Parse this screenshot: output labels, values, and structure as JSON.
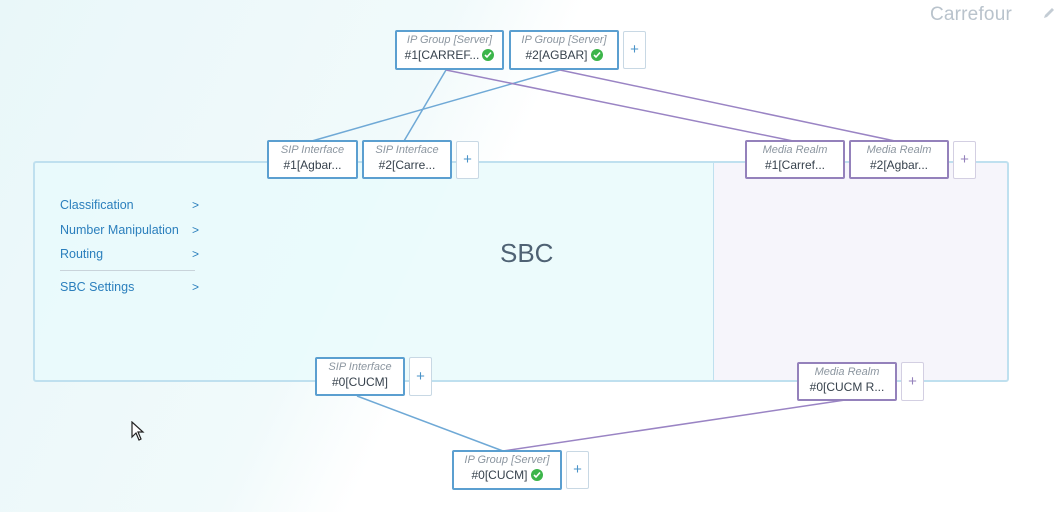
{
  "header": {
    "site_name": "Carrefour"
  },
  "sbc": {
    "title": "SBC",
    "menu": [
      {
        "label": "Classification",
        "chevron": ">"
      },
      {
        "label": "Number Manipulation",
        "chevron": ">"
      },
      {
        "label": "Routing",
        "chevron": ">"
      },
      {
        "label": "SBC Settings",
        "chevron": ">"
      }
    ]
  },
  "top_ip_groups": [
    {
      "type": "IP Group [Server]",
      "name": "#1[CARREF...",
      "status": "ok"
    },
    {
      "type": "IP Group [Server]",
      "name": "#2[AGBAR]",
      "status": "ok"
    }
  ],
  "top_sip_interfaces": [
    {
      "type": "SIP Interface",
      "name": "#1[Agbar..."
    },
    {
      "type": "SIP Interface",
      "name": "#2[Carre..."
    }
  ],
  "top_media_realms": [
    {
      "type": "Media Realm",
      "name": "#1[Carref..."
    },
    {
      "type": "Media Realm",
      "name": "#2[Agbar..."
    }
  ],
  "bottom_sip_interface": {
    "type": "SIP Interface",
    "name": "#0[CUCM]"
  },
  "bottom_media_realm": {
    "type": "Media Realm",
    "name": "#0[CUCM R..."
  },
  "bottom_ip_group": {
    "type": "IP Group [Server]",
    "name": "#0[CUCM]",
    "status": "ok"
  },
  "add_label": "+",
  "colors": {
    "sip_link": "#6fa9d6",
    "media_link": "#9a84c4",
    "status_ok": "#3cb54a",
    "menu_link": "#2b7fbd"
  },
  "icons": [
    "edit-pencil-icon",
    "checkmark-icon",
    "mouse-pointer-icon"
  ]
}
